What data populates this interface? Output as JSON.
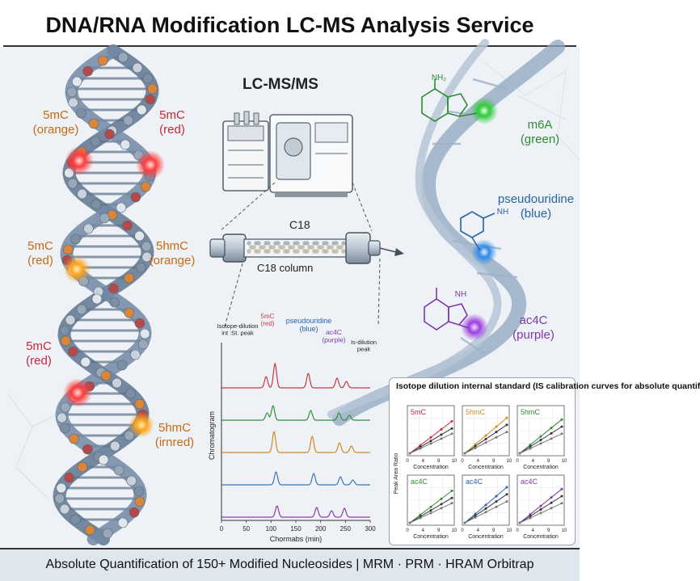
{
  "title": "DNA/RNA Modification LC-MS Analysis Service",
  "footer": "Absolute Quantification of 150+ Modified Nucleosides | MRM · PRM · HRAM Orbitrap",
  "instrument_label": "LC-MS/MS",
  "column": {
    "top_label": "C18",
    "bottom_label": "C18 column"
  },
  "dna_labels": [
    {
      "line1": "5mC",
      "line2": "(orange)",
      "color": "#c46b12"
    },
    {
      "line1": "5mC",
      "line2": "(red)",
      "color": "#c8283a"
    },
    {
      "line1": "5mC",
      "line2": "(red)",
      "color": "#c46b12"
    },
    {
      "line1": "5hmC",
      "line2": "(orange)",
      "color": "#c46b12"
    },
    {
      "line1": "5mC",
      "line2": "(red)",
      "color": "#c8283a"
    },
    {
      "line1": "5hmC",
      "line2": "(irnred)",
      "color": "#c46b12"
    }
  ],
  "rna_labels": [
    {
      "line1": "m6A",
      "line2": "(green)",
      "color": "#2f8a36"
    },
    {
      "line1": "pseudouridine",
      "line2": "(blue)",
      "color": "#2a62a7"
    },
    {
      "line1": "ac4C",
      "line2": "(purple)",
      "color": "#7c3aa8"
    }
  ],
  "rna_structures": {
    "m6a_group": "NH₂",
    "pseudo_group": "NH",
    "ac4c_group": "NH"
  },
  "chromatogram": {
    "ylabel": "Chromatogram",
    "xlabel": "Chormabs (min)",
    "xticks": [
      "0",
      "50",
      "100",
      "150",
      "200",
      "250",
      "300"
    ],
    "annotations": {
      "istd": [
        "Isotope-dilution",
        "int :St. peak"
      ],
      "m5c": [
        "5mC",
        "(red)"
      ],
      "pseudo": [
        "pseudouridine",
        "(blue)"
      ],
      "ac4c": [
        "ac4C",
        "(purple)"
      ],
      "isdil": [
        "Is-dilution",
        "peak"
      ]
    },
    "trace_colors": [
      "#c23b3b",
      "#2f8f3a",
      "#d28a1e",
      "#3b77b3",
      "#8a3ea6"
    ]
  },
  "calibration": {
    "title": "Isotope dilution internal standard (IS calibration curves for absolute quantif",
    "ylabel": "Peak Area Ratio",
    "xlabel": "Concentration",
    "xticks": [
      "0",
      "4",
      "9",
      "10"
    ],
    "panels": [
      {
        "name": "5mC",
        "color": "#c8283a"
      },
      {
        "name": "5hmC",
        "color": "#d28a1e"
      },
      {
        "name": "5hmC",
        "color": "#2f8a36"
      },
      {
        "name": "ac4C",
        "color": "#2f8a36"
      },
      {
        "name": "ac4C",
        "color": "#2a62a7"
      },
      {
        "name": "ac4C",
        "color": "#7c3aa8"
      }
    ]
  }
}
